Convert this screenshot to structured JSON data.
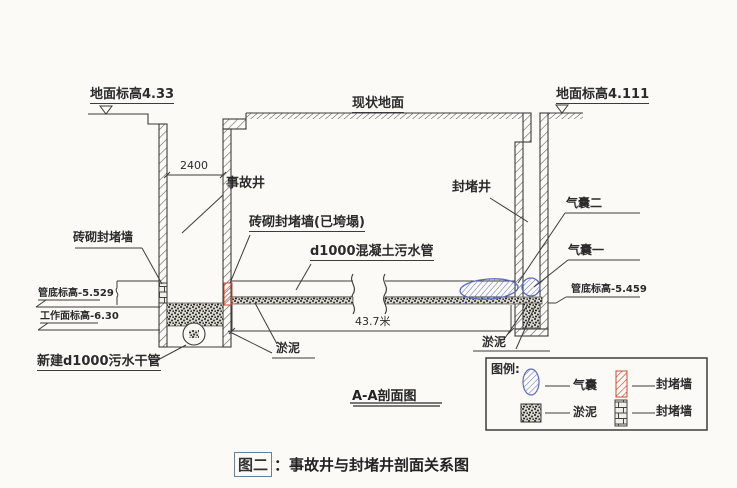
{
  "figure": {
    "caption_label": "图二",
    "caption_text": "：事故井与封堵井剖面关系图",
    "section_title": "A-A剖面图"
  },
  "annotations": {
    "ground_elev_left": "地面标高4.33",
    "ground_elev_right": "地面标高4.111",
    "current_ground": "现状地面",
    "accident_well": "事故井",
    "sealing_well": "封堵井",
    "brick_sealing_wall": "砖砌封堵墙",
    "brick_sealing_wall_collapsed": "砖砌封堵墙(已垮塌)",
    "concrete_sewage_pipe": "d1000混凝土污水管",
    "airbag_2": "气囊二",
    "airbag_1": "气囊一",
    "pipe_bottom_elev_right": "管底标高-5.459",
    "pipe_bottom_elev_left": "管底标高-5.529",
    "work_surface_elev": "工作面标高-6.30",
    "new_trunk_pipe": "新建d1000污水干管",
    "silt_left": "淤泥",
    "silt_right": "淤泥"
  },
  "dimensions": {
    "well_width_mm": "2400",
    "pipe_length": "43.7米"
  },
  "legend": {
    "title": "图例:",
    "items": [
      {
        "symbol": "airbag-ellipse",
        "label": "气囊"
      },
      {
        "symbol": "red-hatch-wall",
        "label": "封堵墙"
      },
      {
        "symbol": "silt-speckle",
        "label": "淤泥"
      },
      {
        "symbol": "brick-wall",
        "label": "封堵墙"
      }
    ]
  },
  "colors": {
    "line": "#3c3c3c",
    "airbag_blue": "#5b6fc0",
    "collapsed_wall_red": "#c84a32",
    "paper": "#fbfaf6"
  }
}
